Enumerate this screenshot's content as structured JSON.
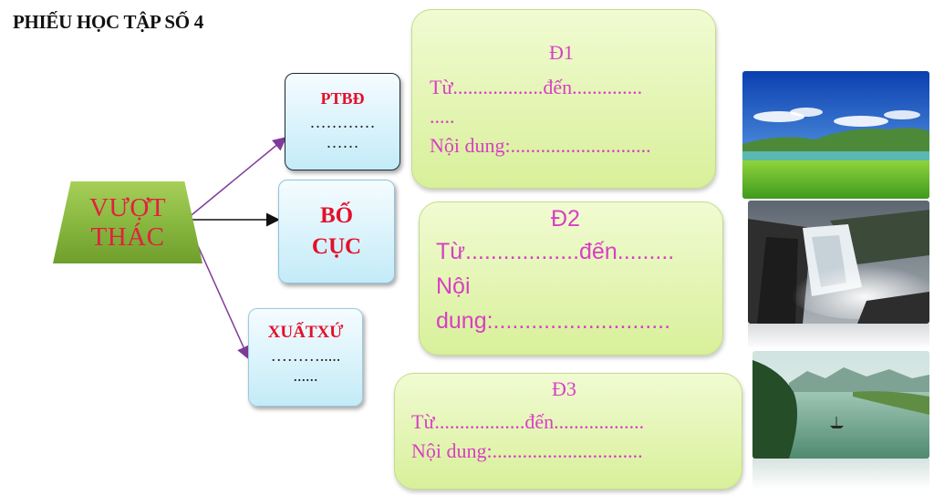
{
  "title": "PHIẾU HỌC TẬP SỐ 4",
  "center": {
    "line1": "VƯỢT",
    "line2": "THÁC"
  },
  "ptbd": {
    "label": "PTBĐ",
    "line1": "…………",
    "line2": "……"
  },
  "bocuc": {
    "line1": "BỐ",
    "line2": "CỤC"
  },
  "xuatxu": {
    "label": "XUẤTXỨ",
    "line1": "……….....",
    "line2": "......"
  },
  "d1": {
    "heading": "Đ1",
    "line1": "Từ..................đến..............",
    "line2": ".....",
    "line3": "Nội dung:............................"
  },
  "d2": {
    "heading": "Đ2",
    "line1": "Từ..................đến.........",
    "line2": "Nội",
    "line3": "dung:............................"
  },
  "d3": {
    "heading": "Đ3",
    "line1": "Từ..................đến..................",
    "line2": "Nội dung:.............................."
  },
  "colors": {
    "label_red": "#e3102b",
    "green_text": "#e0213f",
    "pink_text": "#d83fc4",
    "arrow_purple": "#7f3b9a"
  }
}
